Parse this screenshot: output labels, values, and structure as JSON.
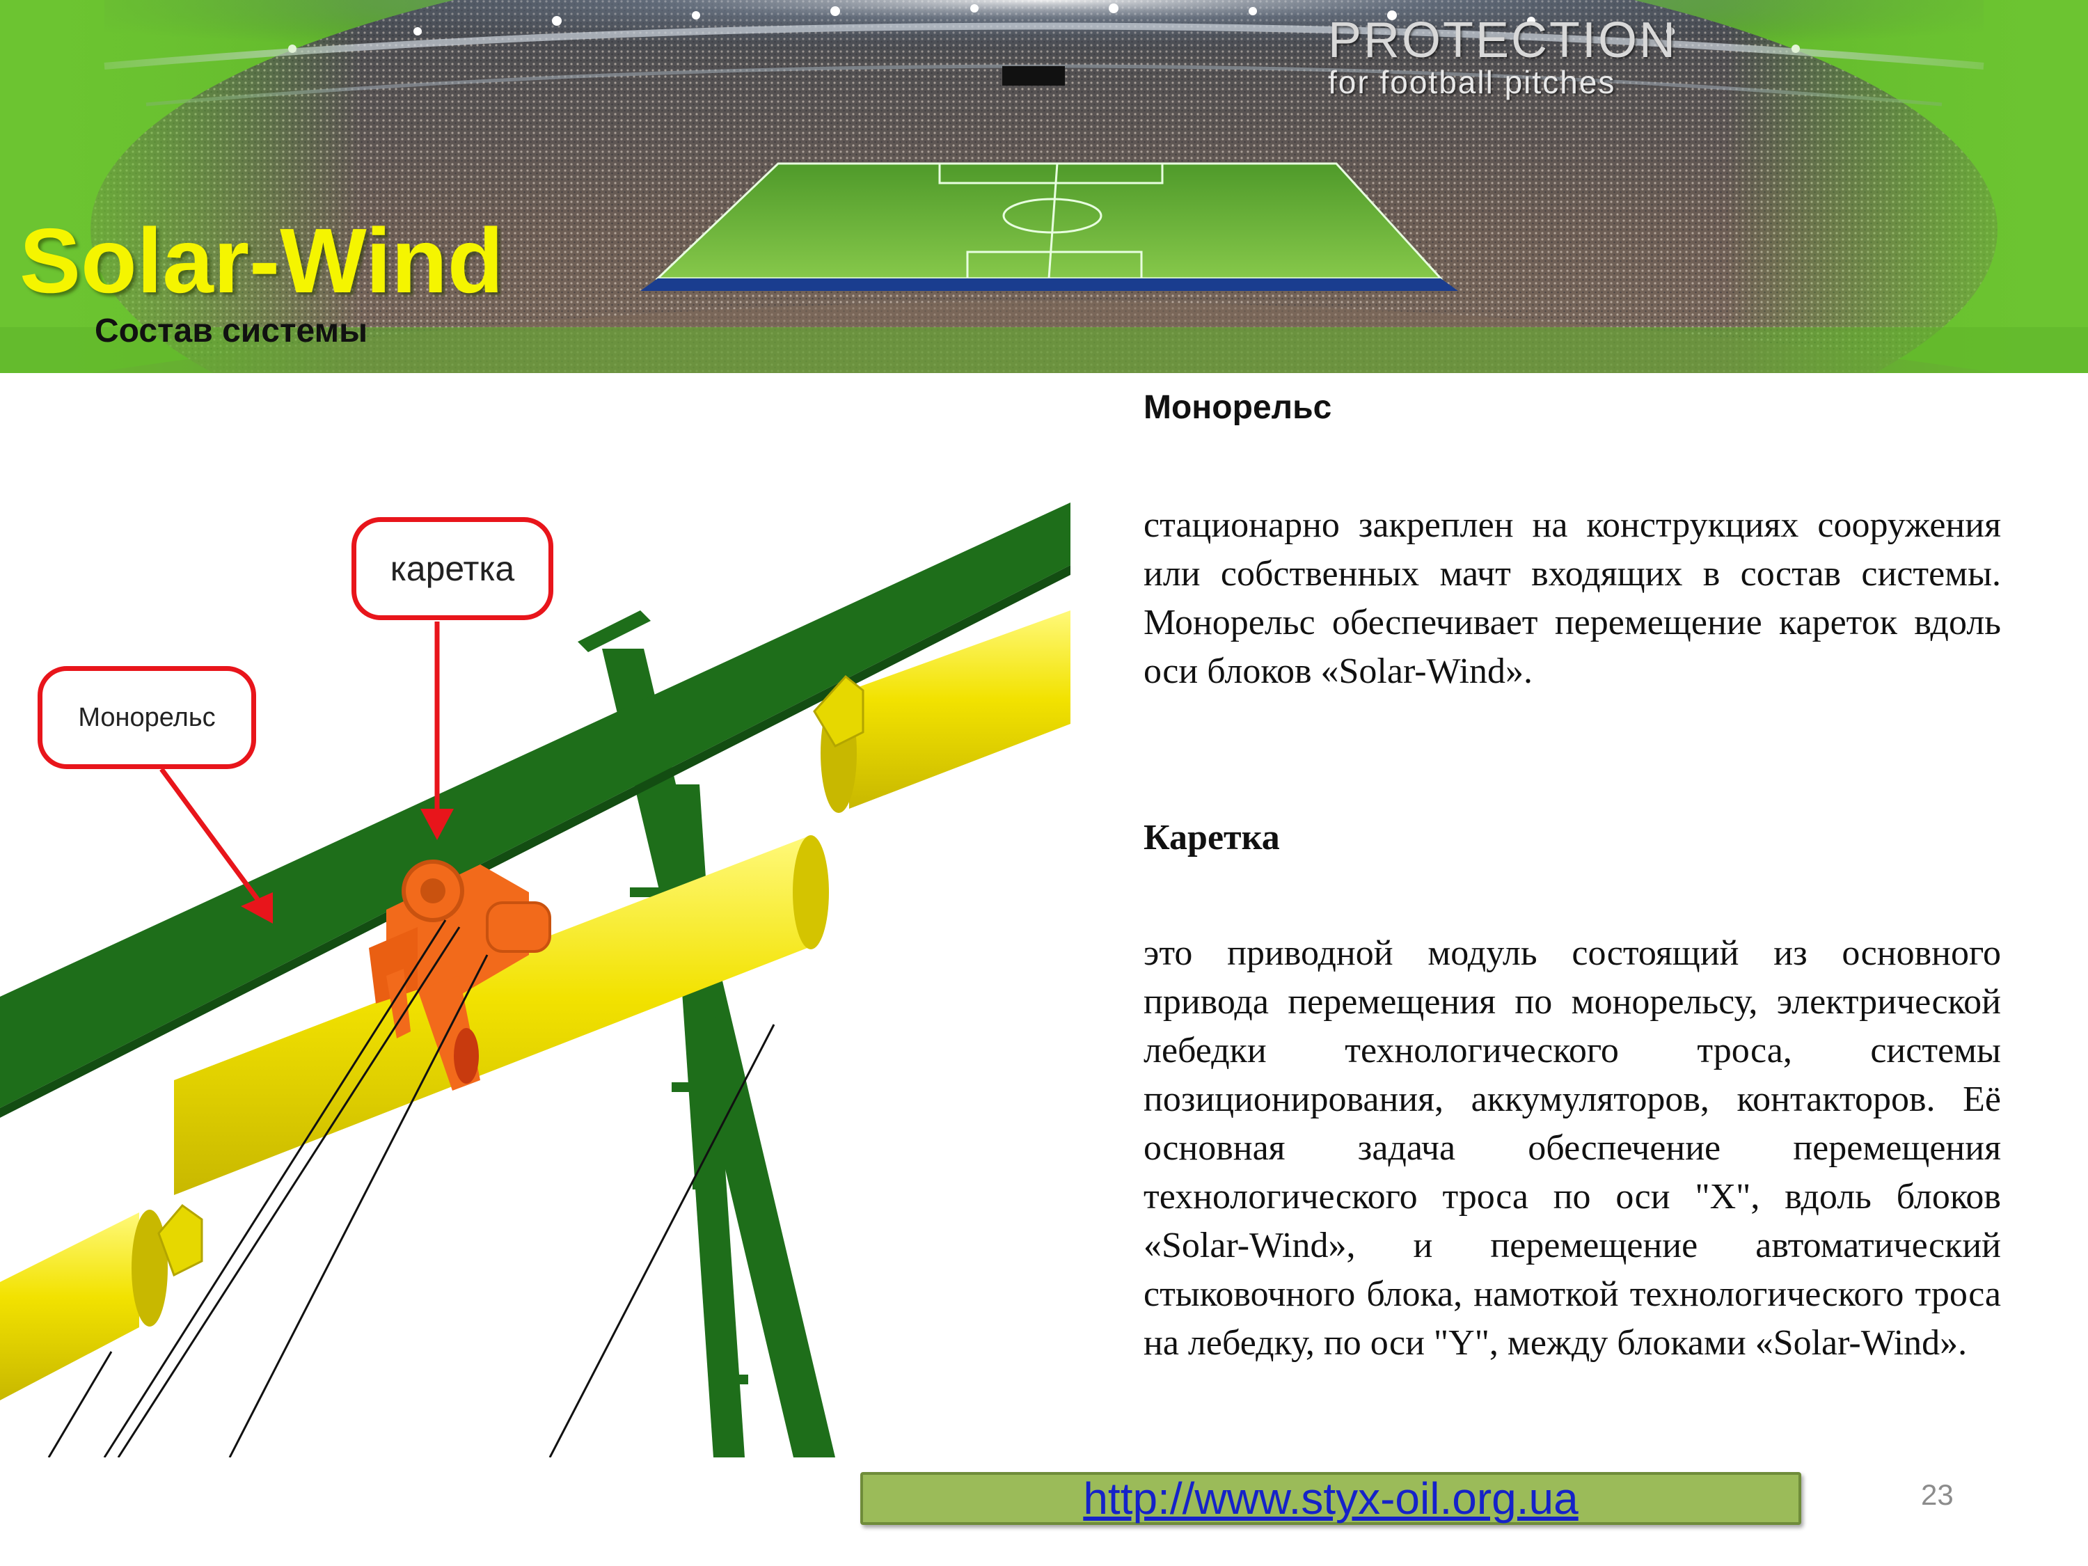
{
  "header": {
    "title": "Solar-Wind",
    "subtitle": "Состав системы",
    "tagline_line1": "PROTECTION",
    "tagline_line2": "for football pitches",
    "photo_icon": "stadium-photo"
  },
  "illustration": {
    "callout_carriage": "каретка",
    "callout_monorail": "Монорельс"
  },
  "sections": [
    {
      "heading": "Монорельс",
      "text": "стационарно закреплен на конструкциях сооружения или собственных мачт входящих в состав системы. Монорельс обеспечивает перемещение кареток вдоль оси блоков «Solar-Wind»."
    },
    {
      "heading": "Каретка",
      "text": "это приводной модуль состоящий из основного привода перемещения по монорельсу, электрической лебедки технологического троса, системы позиционирования, аккумуляторов, контакторов. Её основная задача обеспечение перемещения технологического троса по оси \"X\", вдоль блоков «Solar-Wind», и перемещение автоматический стыковочного блока, намоткой технологического троса на лебедку,  по оси \"Y\", между блоками «Solar-Wind»."
    }
  ],
  "footer": {
    "url": "http://www.styx-oil.org.ua",
    "page_number": "23"
  },
  "colors": {
    "banner_green": "#5fb52a",
    "title_yellow": "#f5f500",
    "monorail_green": "#1e6e1a",
    "tube_yellow": "#f2e200",
    "carriage_orange": "#f26a1b",
    "callout_red": "#e8151b",
    "link_blue": "#1522c9",
    "url_box_green": "#9bbb59"
  }
}
